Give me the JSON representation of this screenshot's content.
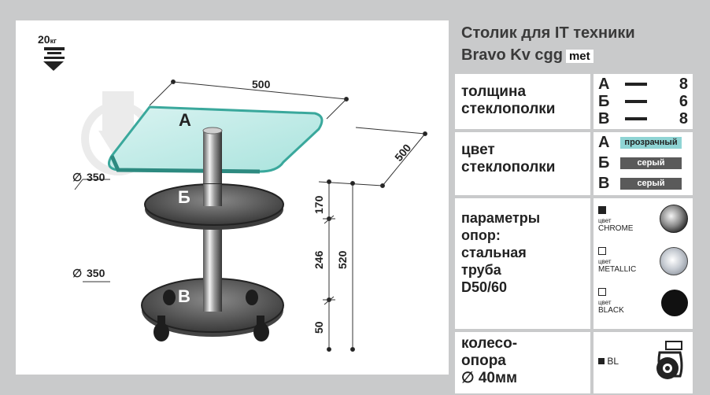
{
  "weight": {
    "value": "20",
    "unit": "кг"
  },
  "dimensions": {
    "width": "500",
    "depth": "500",
    "diam_mid": "350",
    "diam_low": "350",
    "h_top": "170",
    "h_mid": "246",
    "h_low": "50",
    "h_total": "520",
    "diam_symbol": "∅"
  },
  "shelves": {
    "a": "А",
    "b": "Б",
    "c": "В"
  },
  "title": {
    "line1": "Столик для IT техники",
    "line2": "Bravo Kv cgg",
    "tag": "met"
  },
  "thickness": {
    "label1": "толщина",
    "label2": "стеклополки",
    "rows": [
      {
        "letter": "А",
        "num": "8"
      },
      {
        "letter": "Б",
        "num": "6"
      },
      {
        "letter": "В",
        "num": "8"
      }
    ]
  },
  "color": {
    "label1": "цвет",
    "label2": "стеклополки",
    "rows": [
      {
        "letter": "А",
        "swatch": "прозрачный",
        "bg": "#8fd4d4",
        "fg": "#222222"
      },
      {
        "letter": "Б",
        "swatch": "серый",
        "bg": "#5a5a5a",
        "fg": "#ffffff"
      },
      {
        "letter": "В",
        "swatch": "серый",
        "bg": "#5a5a5a",
        "fg": "#ffffff"
      }
    ]
  },
  "supports": {
    "label1": "параметры",
    "label2": "опор:",
    "label3": "стальная",
    "label4": "труба",
    "label5": "D50/60",
    "items": [
      {
        "small": "цвет",
        "name": "CHROME",
        "filled": true
      },
      {
        "small": "цвет",
        "name": "METALLIC",
        "filled": false
      },
      {
        "small": "цвет",
        "name": "BLACK",
        "filled": false
      }
    ]
  },
  "wheel": {
    "label1": "колесо-",
    "label2": "опора",
    "label3": "∅ 40мм",
    "code": "BL"
  }
}
